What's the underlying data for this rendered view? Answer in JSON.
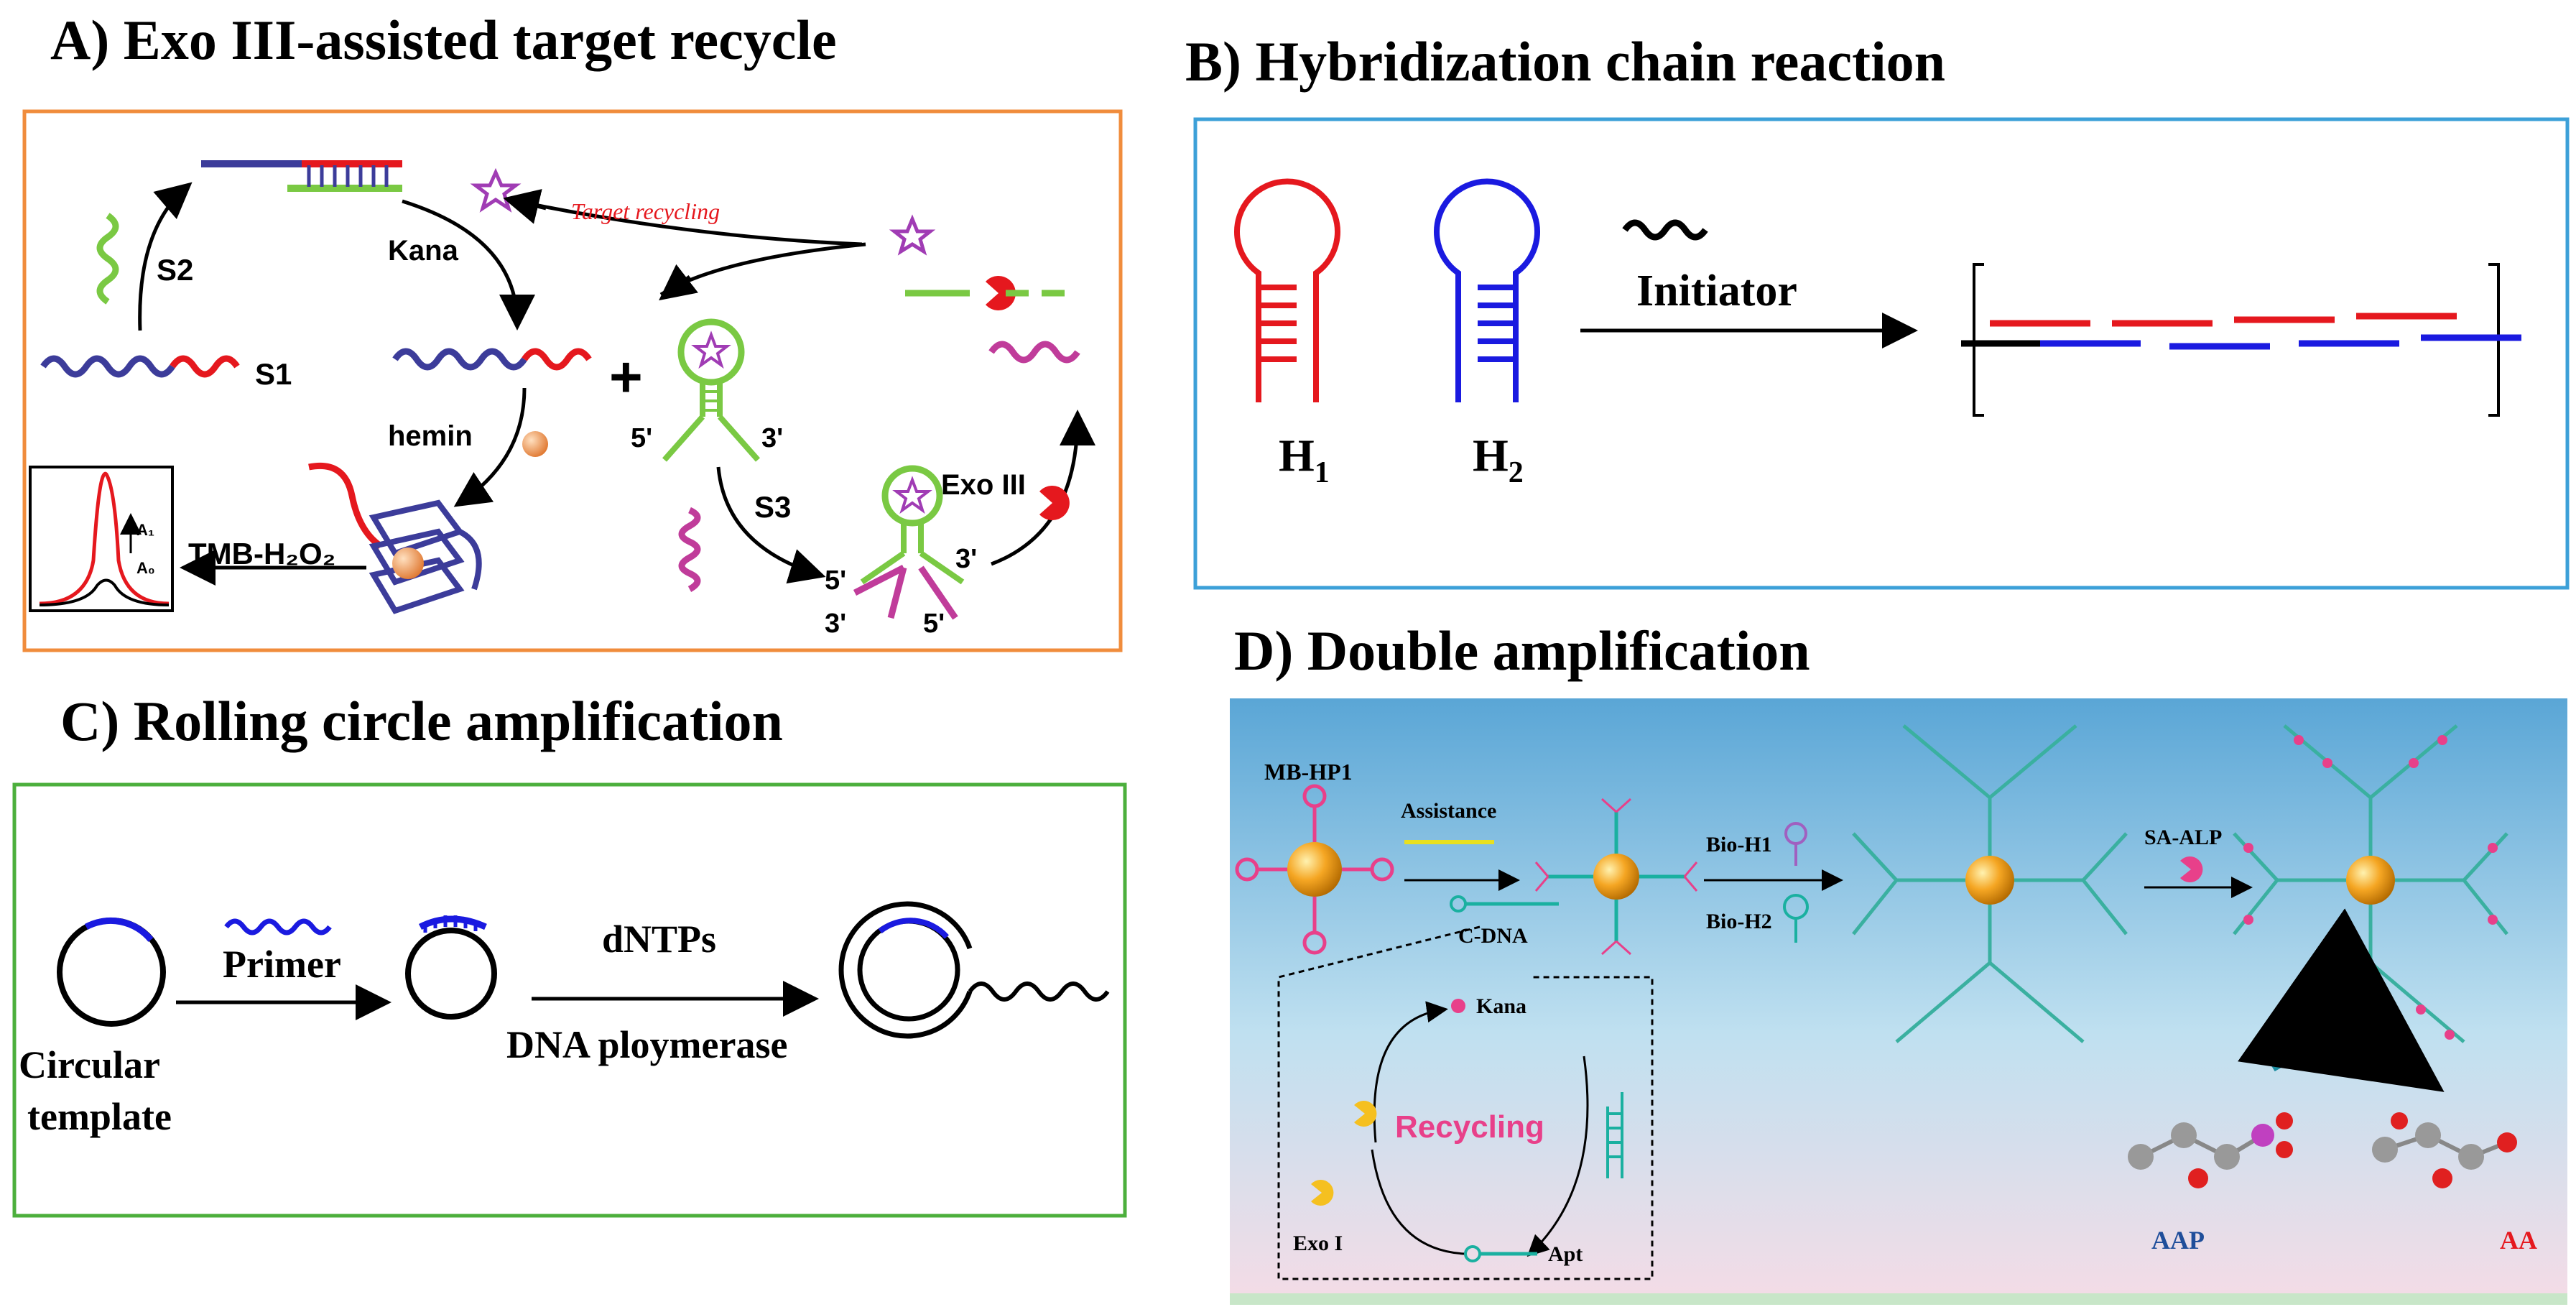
{
  "panels": {
    "a": {
      "title": "A) Exo III-assisted target recycle",
      "labels": {
        "s1": "S1",
        "s2": "S2",
        "s3": "S3",
        "kana": "Kana",
        "hemin": "hemin",
        "target_recycling": "Target recycling",
        "exo3": "Exo III",
        "five_prime": "5'",
        "three_prime": "3'",
        "tmb": "TMB-H₂O₂",
        "a1": "A₁",
        "a0": "A₀",
        "plus": "+"
      },
      "colors": {
        "border": "#f08c3c",
        "red": "#e5181e",
        "blue": "#3c3c9a",
        "green": "#7ac943",
        "purple": "#a03cb4",
        "magenta": "#c03c9a"
      }
    },
    "b": {
      "title": "B) Hybridization chain reaction",
      "labels": {
        "h1_main": "H",
        "h1_sub": "1",
        "h2_main": "H",
        "h2_sub": "2",
        "initiator": "Initiator"
      },
      "colors": {
        "border": "#3ca0d8",
        "red": "#e5181e",
        "blue": "#1a1ae0"
      }
    },
    "c": {
      "title": "C) Rolling circle amplification",
      "labels": {
        "primer": "Primer",
        "dntps": "dNTPs",
        "polymerase": "DNA ploymerase",
        "circular": "Circular",
        "template": "template"
      },
      "colors": {
        "border": "#4caf3c",
        "blue": "#1a1ae0"
      }
    },
    "d": {
      "title": "D) Double amplification",
      "labels": {
        "mb_hp1": "MB-HP1",
        "assistance": "Assistance",
        "c_dna": "C-DNA",
        "bio_h1": "Bio-H1",
        "bio_h2": "Bio-H2",
        "sa_alp": "SA-ALP",
        "kana": "Kana",
        "recycling": "Recycling",
        "exo1": "Exo I",
        "apt": "Apt",
        "aap": "AAP",
        "aa": "AA"
      },
      "colors": {
        "bg_top": "#5aa6d6",
        "bg_bottom": "#f5dce6",
        "gold": "#f0a020",
        "pink": "#e8408a",
        "teal": "#1ab0a0"
      }
    }
  }
}
